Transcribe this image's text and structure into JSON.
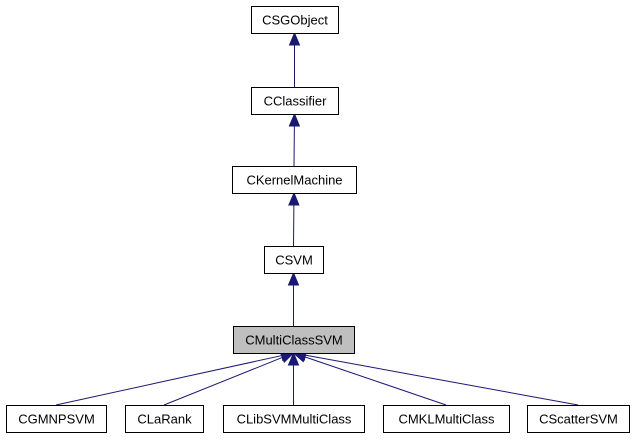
{
  "nodes": [
    {
      "id": "csgobject",
      "label": "CSGObject"
    },
    {
      "id": "cclassifier",
      "label": "CClassifier"
    },
    {
      "id": "ckernelmachine",
      "label": "CKernelMachine"
    },
    {
      "id": "csvm",
      "label": "CSVM"
    },
    {
      "id": "cmulticlasssvm",
      "label": "CMultiClassSVM",
      "highlight": true
    },
    {
      "id": "cgmnpsvm",
      "label": "CGMNPSVM"
    },
    {
      "id": "clarank",
      "label": "CLaRank"
    },
    {
      "id": "clibsvmmulticlass",
      "label": "CLibSVMMultiClass"
    },
    {
      "id": "cmklmulticlass",
      "label": "CMKLMultiClass"
    },
    {
      "id": "cscattersvm",
      "label": "CScatterSVM"
    }
  ],
  "edges": [
    {
      "from": "cclassifier",
      "to": "csgobject"
    },
    {
      "from": "ckernelmachine",
      "to": "cclassifier"
    },
    {
      "from": "csvm",
      "to": "ckernelmachine"
    },
    {
      "from": "cmulticlasssvm",
      "to": "csvm"
    },
    {
      "from": "cgmnpsvm",
      "to": "cmulticlasssvm"
    },
    {
      "from": "clarank",
      "to": "cmulticlasssvm"
    },
    {
      "from": "clibsvmmulticlass",
      "to": "cmulticlasssvm"
    },
    {
      "from": "cmklmulticlass",
      "to": "cmulticlasssvm"
    },
    {
      "from": "cscattersvm",
      "to": "cmulticlasssvm"
    }
  ],
  "colors": {
    "edge": "#191970",
    "highlight_fill": "#bfbfbf"
  }
}
